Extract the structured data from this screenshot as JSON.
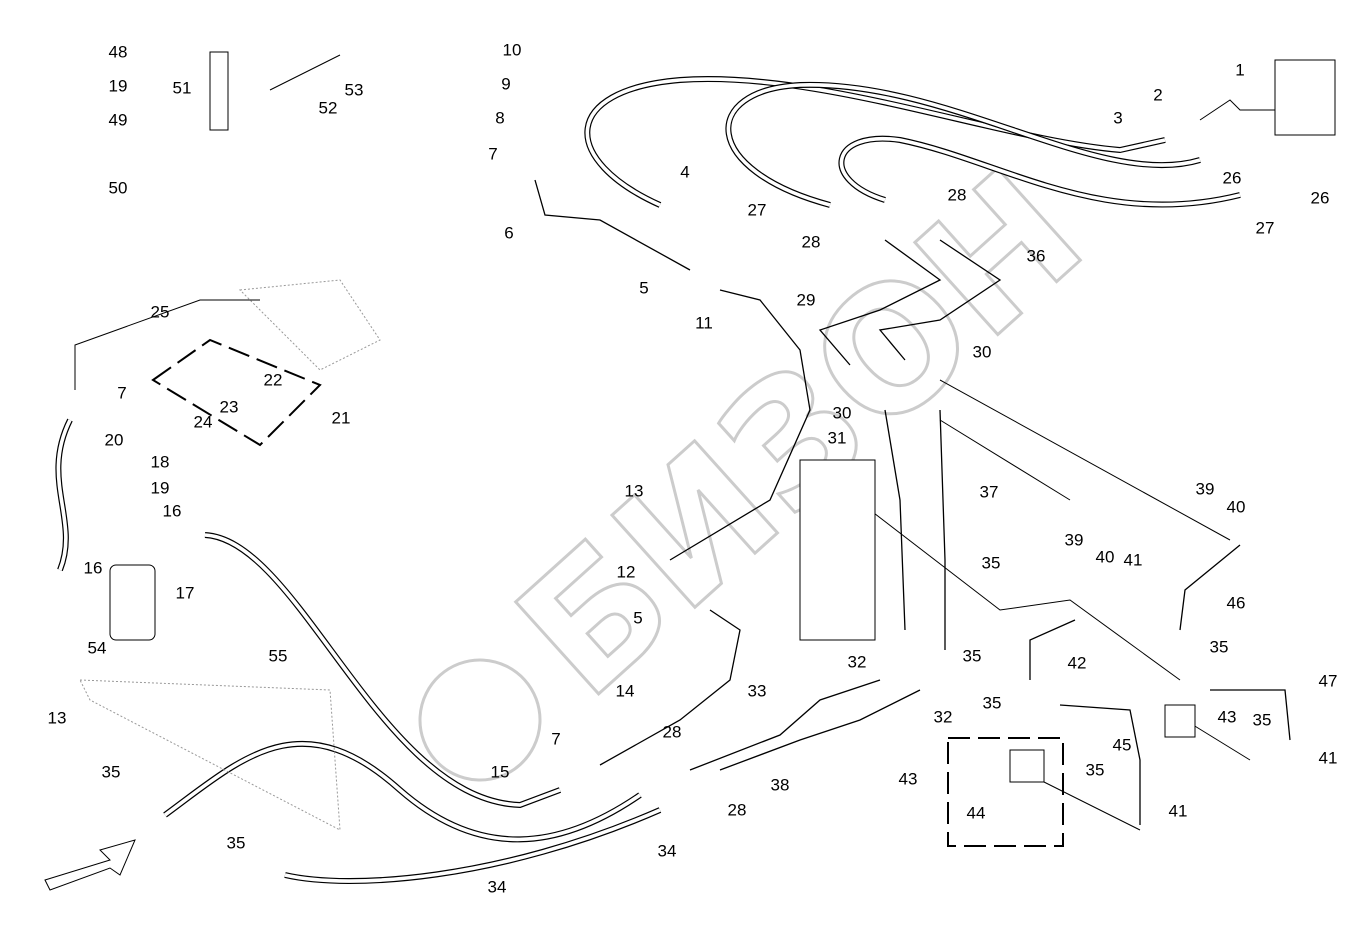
{
  "diagram": {
    "watermark": "БИЗОН",
    "callouts": [
      "48",
      "19",
      "49",
      "50",
      "51",
      "52",
      "53",
      "10",
      "9",
      "8",
      "7",
      "6",
      "4",
      "5",
      "11",
      "1",
      "2",
      "3",
      "26",
      "26",
      "27",
      "27",
      "28",
      "28",
      "36",
      "29",
      "30",
      "30",
      "31",
      "37",
      "25",
      "22",
      "23",
      "24",
      "21",
      "7",
      "20",
      "18",
      "19",
      "16",
      "16",
      "17",
      "54",
      "13",
      "13",
      "12",
      "5",
      "55",
      "14",
      "7",
      "28",
      "33",
      "15",
      "38",
      "28",
      "34",
      "34",
      "35",
      "35",
      "32",
      "32",
      "39",
      "40",
      "39",
      "40",
      "41",
      "46",
      "35",
      "35",
      "42",
      "35",
      "47",
      "43",
      "35",
      "41",
      "35",
      "45",
      "35",
      "41",
      "43",
      "44"
    ]
  }
}
